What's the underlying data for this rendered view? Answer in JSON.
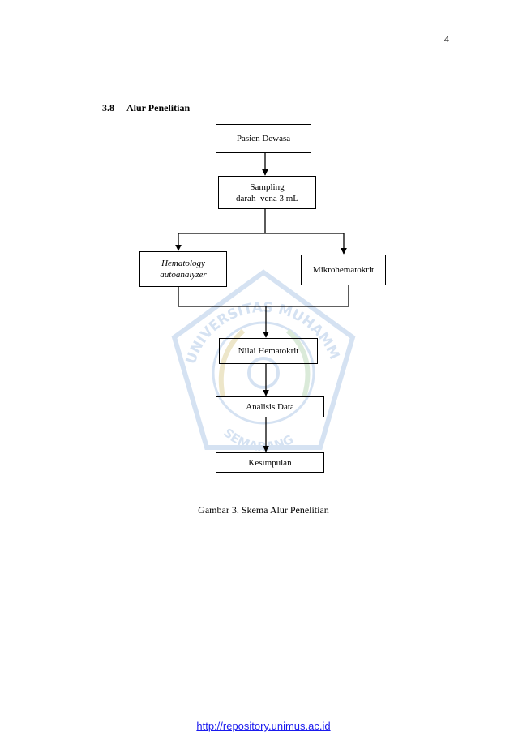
{
  "page": {
    "number": "4"
  },
  "section": {
    "number": "3.8",
    "title": "Alur Penelitian"
  },
  "flowchart": {
    "node_patient": "Pasien Dewasa",
    "node_sampling_line1": "Sampling",
    "node_sampling_line2": "darah  vena 3 mL",
    "node_hematology_line1": "Hematology",
    "node_hematology_line2": "autoanalyzer",
    "node_micro": "Mikrohematokrit",
    "node_result": "Nilai Hematokrit",
    "node_analysis": "Analisis Data",
    "node_conclusion": "Kesimpulan"
  },
  "watermark": {
    "text_top": "UNIVERSITAS MUHAMMADIYAH",
    "text_bottom": "SEMARANG",
    "color": "#a9c3e8"
  },
  "caption": "Gambar 3. Skema Alur Penelitian",
  "footer": {
    "url": "http://repository.unimus.ac.id",
    "link_color": "#1a1aee"
  }
}
